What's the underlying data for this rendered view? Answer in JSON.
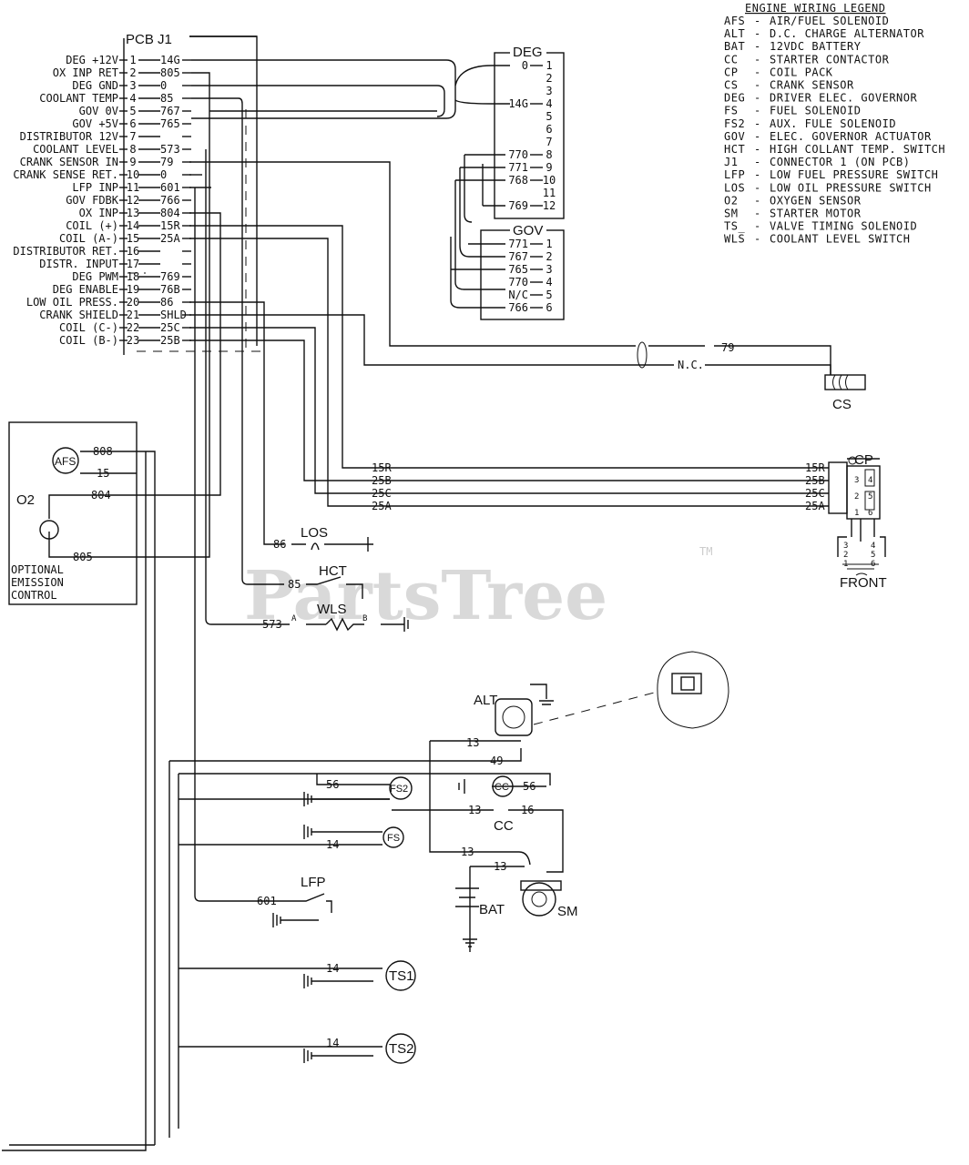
{
  "pcb": {
    "title": "PCB J1",
    "pins": [
      {
        "label": "DEG +12V",
        "num": "1",
        "wire": "14G"
      },
      {
        "label": "OX INP RET",
        "num": "2",
        "wire": "805"
      },
      {
        "label": "DEG GND",
        "num": "3",
        "wire": "0"
      },
      {
        "label": "COOLANT TEMP",
        "num": "4",
        "wire": "85"
      },
      {
        "label": "GOV 0V",
        "num": "5",
        "wire": "767"
      },
      {
        "label": "GOV +5V",
        "num": "6",
        "wire": "765"
      },
      {
        "label": "DISTRIBUTOR 12V",
        "num": "7",
        "wire": ""
      },
      {
        "label": "COOLANT LEVEL",
        "num": "8",
        "wire": "573"
      },
      {
        "label": "CRANK SENSOR IN",
        "num": "9",
        "wire": "79"
      },
      {
        "label": "CRANK SENSE RET.",
        "num": "10",
        "wire": "0"
      },
      {
        "label": "LFP INP",
        "num": "11",
        "wire": "601"
      },
      {
        "label": "GOV FDBK",
        "num": "12",
        "wire": "766"
      },
      {
        "label": "OX INP",
        "num": "13",
        "wire": "804"
      },
      {
        "label": "COIL (+)",
        "num": "14",
        "wire": "15R"
      },
      {
        "label": "COIL (A-)",
        "num": "15",
        "wire": "25A"
      },
      {
        "label": "DISTRIBUTOR RET.",
        "num": "16",
        "wire": ""
      },
      {
        "label": "DISTR. INPUT",
        "num": "17",
        "wire": ""
      },
      {
        "label": "DEG PWM",
        "num": "18",
        "wire": "769"
      },
      {
        "label": "DEG ENABLE",
        "num": "19",
        "wire": "76B"
      },
      {
        "label": "LOW OIL PRESS.",
        "num": "20",
        "wire": "86"
      },
      {
        "label": "CRANK SHIELD",
        "num": "21",
        "wire": "SHLD"
      },
      {
        "label": "COIL (C-)",
        "num": "22",
        "wire": "25C"
      },
      {
        "label": "COIL (B-)",
        "num": "23",
        "wire": "25B"
      }
    ]
  },
  "deg": {
    "title": "DEG",
    "pins": [
      {
        "wire": "0",
        "num": "1"
      },
      {
        "wire": "",
        "num": "2"
      },
      {
        "wire": "",
        "num": "3"
      },
      {
        "wire": "14G",
        "num": "4"
      },
      {
        "wire": "",
        "num": "5"
      },
      {
        "wire": "",
        "num": "6"
      },
      {
        "wire": "",
        "num": "7"
      },
      {
        "wire": "770",
        "num": "8"
      },
      {
        "wire": "771",
        "num": "9"
      },
      {
        "wire": "768",
        "num": "10"
      },
      {
        "wire": "",
        "num": "11"
      },
      {
        "wire": "769",
        "num": "12"
      }
    ]
  },
  "gov": {
    "title": "GOV",
    "pins": [
      {
        "wire": "771",
        "num": "1"
      },
      {
        "wire": "767",
        "num": "2"
      },
      {
        "wire": "765",
        "num": "3"
      },
      {
        "wire": "770",
        "num": "4"
      },
      {
        "wire": "N/C",
        "num": "5"
      },
      {
        "wire": "766",
        "num": "6"
      }
    ]
  },
  "legend": {
    "title": "ENGINE WIRING LEGEND",
    "items": [
      {
        "code": "AFS",
        "desc": "AIR/FUEL SOLENOID"
      },
      {
        "code": "ALT",
        "desc": "D.C. CHARGE ALTERNATOR"
      },
      {
        "code": "BAT",
        "desc": "12VDC BATTERY"
      },
      {
        "code": "CC",
        "desc": "STARTER CONTACTOR"
      },
      {
        "code": "CP",
        "desc": "COIL PACK"
      },
      {
        "code": "CS",
        "desc": "CRANK SENSOR"
      },
      {
        "code": "DEG",
        "desc": "DRIVER ELEC. GOVERNOR"
      },
      {
        "code": "FS",
        "desc": "FUEL SOLENOID"
      },
      {
        "code": "FS2",
        "desc": "AUX. FULE SOLENOID"
      },
      {
        "code": "GOV",
        "desc": "ELEC. GOVERNOR ACTUATOR"
      },
      {
        "code": "HCT",
        "desc": "HIGH COLLANT TEMP. SWITCH"
      },
      {
        "code": "J1",
        "desc": "CONNECTOR 1 (ON PCB)"
      },
      {
        "code": "LFP",
        "desc": "LOW FUEL PRESSURE SWITCH"
      },
      {
        "code": "LOS",
        "desc": "LOW OIL PRESSURE SWITCH"
      },
      {
        "code": "O2",
        "desc": "OXYGEN SENSOR"
      },
      {
        "code": "SM",
        "desc": "STARTER MOTOR"
      },
      {
        "code": "TS_",
        "desc": "VALVE TIMING SOLENOID"
      },
      {
        "code": "WLS",
        "desc": "COOLANT LEVEL SWITCH"
      }
    ]
  },
  "components": {
    "cs": "CS",
    "cs_wire": "79",
    "cs_nc": "N.C.",
    "cp": "CP",
    "front": "FRONT",
    "cp_wires": [
      "15R",
      "25B",
      "25C",
      "25A"
    ],
    "cp_terminals": [
      "3",
      "4",
      "2",
      "5",
      "1",
      "6"
    ],
    "cp_plug": [
      "3",
      "4",
      "2",
      "5",
      "1",
      "6"
    ],
    "los": "LOS",
    "los_wire": "86",
    "hct": "HCT",
    "hct_wire": "85",
    "wls": "WLS",
    "wls_wire": "573",
    "wls_a": "A",
    "wls_b": "B",
    "alt": "ALT",
    "fs2": "FS2",
    "cc": "CC",
    "cc_label": "CC",
    "fs": "FS",
    "lfp": "LFP",
    "lfp_wire": "601",
    "bat": "BAT",
    "sm": "SM",
    "ts1": "TS1",
    "ts2": "TS2",
    "afs": "AFS",
    "o2": "O2",
    "optional": [
      "OPTIONAL",
      "EMISSION",
      "CONTROL"
    ],
    "w808": "808",
    "w15": "15",
    "w804": "804",
    "w805": "805",
    "w13a": "13",
    "w49": "49",
    "w56a": "56",
    "w56b": "56",
    "w13b": "13",
    "w16": "16",
    "w14a": "14",
    "w13c": "13",
    "w13d": "13",
    "w14b": "14",
    "w14c": "14"
  },
  "watermark": {
    "text": "PartsTree",
    "tm": "TM"
  }
}
